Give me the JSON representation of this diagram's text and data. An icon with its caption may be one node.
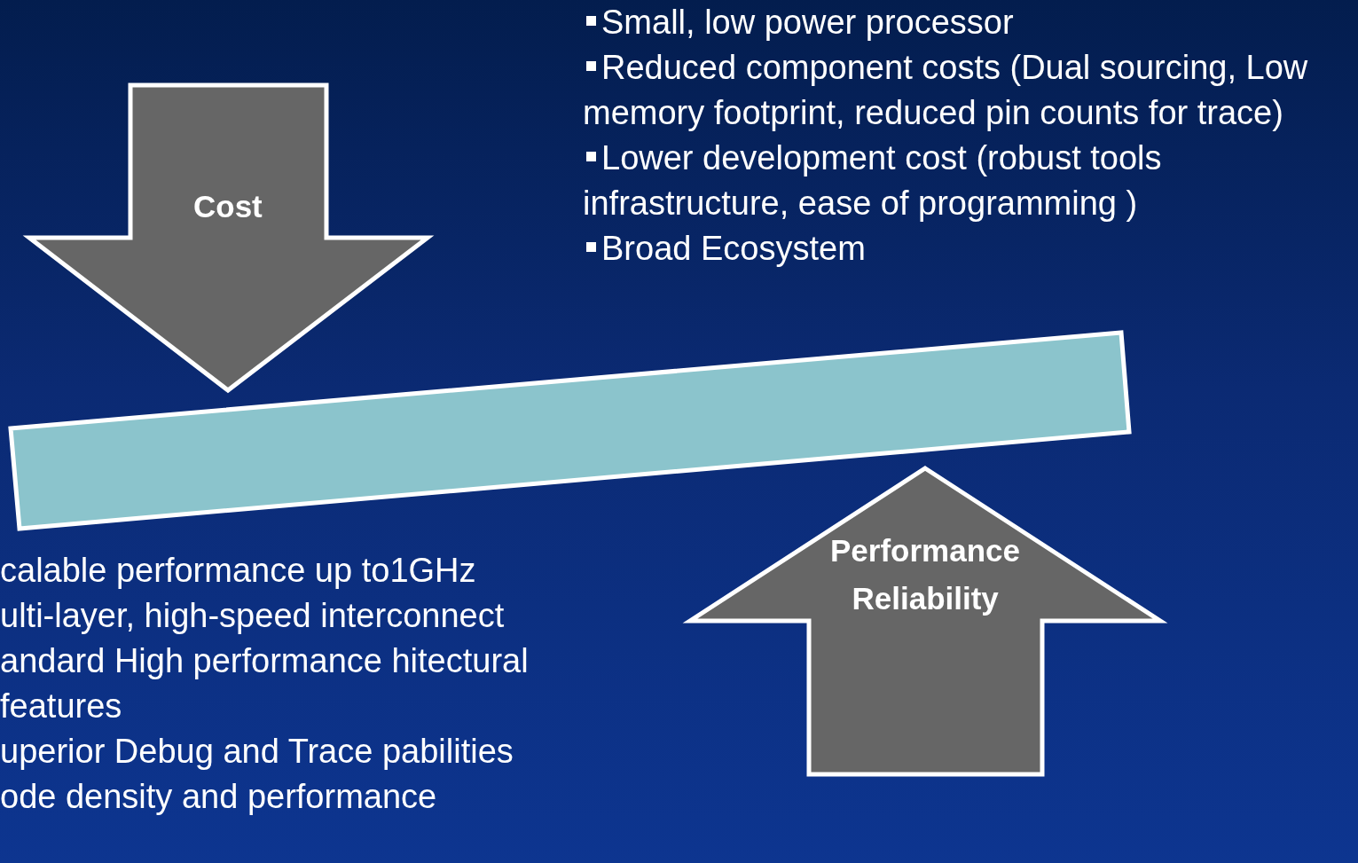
{
  "diagram": {
    "nodes": [
      {
        "text": [
          "Cost"
        ]
      },
      {
        "text": [],
        "shape": "bar"
      },
      {
        "text": [
          "Performance",
          "Reliability"
        ]
      }
    ],
    "labels": [
      "Small, low power processor",
      "Reduced component costs (Dual sourcing, Low memory footprint, reduced pin counts for trace)",
      "Lower development cost (robust tools infrastructure, ease of programming )",
      "Broad Ecosystem",
      "calable performance up to1GHz",
      "ulti-layer, high-speed interconnect",
      "andard High performance hitectural features",
      "uperior Debug and Trace pabilities",
      "ode density and performance"
    ]
  }
}
